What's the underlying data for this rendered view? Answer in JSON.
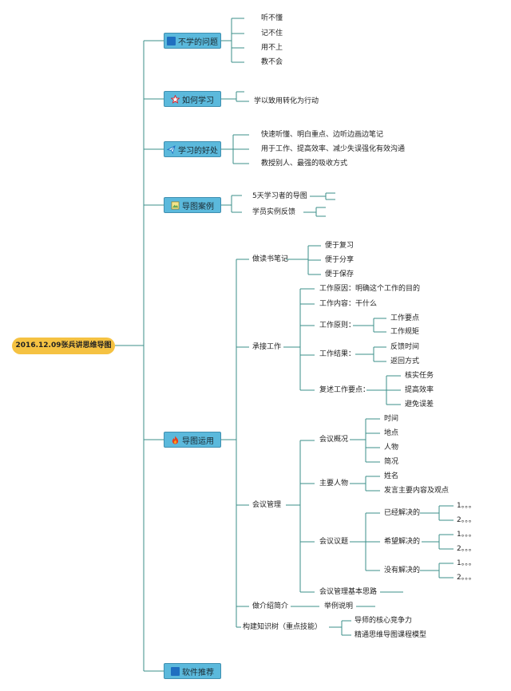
{
  "root": "2016.12.09张兵讲思维导图",
  "branches": [
    {
      "label": "不学的问题",
      "icon": "blue-square-icon",
      "children": [
        "听不懂",
        "记不住",
        "用不上",
        "教不会"
      ]
    },
    {
      "label": "如何学习",
      "icon": "red-star-icon",
      "children": [
        "学以致用转化为行动"
      ]
    },
    {
      "label": "学习的好处",
      "icon": "paper-plane-icon",
      "children": [
        "快速听懂、明白重点、边听边画边笔记",
        "用于工作、提高效率、减少失误强化有效沟通",
        "教授别人、最强的吸收方式"
      ]
    },
    {
      "label": "导图案例",
      "icon": "image-icon",
      "children": [
        "5天学习者的导图",
        "学员实例反馈"
      ]
    },
    {
      "label": "导图运用",
      "icon": "fire-icon",
      "children": [
        "做读书笔记",
        "承接工作",
        "会议管理",
        "做介绍简介",
        "构建知识树（重点技能）"
      ]
    },
    {
      "label": "软件推荐",
      "icon": "blue-square-icon",
      "children": []
    }
  ],
  "reading_notes": [
    "便于复习",
    "便于分享",
    "便于保存"
  ],
  "work": {
    "reason": "工作原因：明确这个工作的目的",
    "content": "工作内容：干什么",
    "principle": {
      "label": "工作原则：",
      "children": [
        "工作要点",
        "工作规矩"
      ]
    },
    "result": {
      "label": "工作结果：",
      "children": [
        "反馈时间",
        "返回方式"
      ]
    },
    "recap": {
      "label": "复述工作要点：",
      "children": [
        "核实任务",
        "提高效率",
        "避免误差"
      ]
    }
  },
  "meeting": {
    "overview": {
      "label": "会议概况",
      "children": [
        "时间",
        "地点",
        "人物",
        "简况"
      ]
    },
    "people": {
      "label": "主要人物",
      "children": [
        "姓名",
        "发言主要内容及观点"
      ]
    },
    "topics": {
      "label": "会议议题",
      "solved": {
        "label": "已经解决的",
        "children": [
          "1。。。",
          "2。。。"
        ]
      },
      "hoped": {
        "label": "希望解决的",
        "children": [
          "1。。。",
          "2。。。"
        ]
      },
      "unsolved": {
        "label": "没有解决的",
        "children": [
          "1。。。",
          "2。。。"
        ]
      }
    },
    "approach": "会议管理基本思路"
  },
  "intro_child": "举例说明",
  "knowledge": [
    "导师的核心竞争力",
    "精通思维导图课程模型"
  ],
  "colors": {
    "line": "#3b8f8a",
    "root_fill": "#f5c242",
    "node_fill": "#5bb9dc"
  }
}
